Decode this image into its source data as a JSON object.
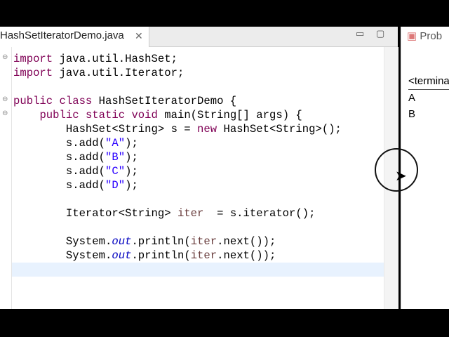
{
  "editor": {
    "tab_label": "HashSetIteratorDemo.java",
    "close_icon": "close-icon",
    "minimize_icon": "minimize-icon",
    "maximize_icon": "maximize-icon",
    "lines": [
      [
        [
          "kw",
          "import"
        ],
        [
          "",
          "java.util.HashSet;"
        ]
      ],
      [
        [
          "kw",
          "import"
        ],
        [
          "",
          "java.util.Iterator;"
        ]
      ],
      [],
      [
        [
          "kw",
          "public class"
        ],
        [
          "",
          "HashSetIteratorDemo {"
        ]
      ],
      [
        [
          "",
          "    "
        ],
        [
          "kw",
          "public static void"
        ],
        [
          "",
          "main(String[] args) {"
        ]
      ],
      [
        [
          "",
          "        HashSet<String> s = "
        ],
        [
          "kw",
          "new"
        ],
        [
          "",
          "HashSet<String>();"
        ]
      ],
      [
        [
          "",
          "        s.add("
        ],
        [
          "str",
          "\"A\""
        ],
        [
          "",
          ");"
        ]
      ],
      [
        [
          "",
          "        s.add("
        ],
        [
          "str",
          "\"B\""
        ],
        [
          "",
          ");"
        ]
      ],
      [
        [
          "",
          "        s.add("
        ],
        [
          "str",
          "\"C\""
        ],
        [
          "",
          ");"
        ]
      ],
      [
        [
          "",
          "        s.add("
        ],
        [
          "str",
          "\"D\""
        ],
        [
          "",
          ");"
        ]
      ],
      [],
      [
        [
          "",
          "        Iterator<String> "
        ],
        [
          "var",
          "iter"
        ],
        [
          "",
          ""
        ],
        [
          "",
          "= s.iterator();"
        ]
      ],
      [],
      [
        [
          "",
          "        System."
        ],
        [
          "fld",
          "out"
        ],
        [
          "",
          ".println("
        ],
        [
          "var",
          "iter"
        ],
        [
          "",
          ".next());"
        ]
      ],
      [
        [
          "",
          "        System."
        ],
        [
          "fld",
          "out"
        ],
        [
          "",
          ".println("
        ],
        [
          "var",
          "iter"
        ],
        [
          "",
          ".next());"
        ]
      ],
      []
    ]
  },
  "side_panel": {
    "tab_label": "Prob",
    "console_header": "<termina",
    "console_output": [
      "A",
      "B"
    ]
  },
  "colors": {
    "keyword": "#7f0055",
    "string": "#2a00ff",
    "field": "#0000c0",
    "local_var": "#6a3e3e",
    "current_line": "#e8f2fe"
  }
}
